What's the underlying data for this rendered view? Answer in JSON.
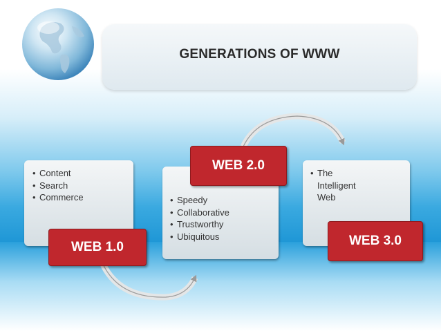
{
  "title": "GENERATIONS OF WWW",
  "generations": [
    {
      "label": "WEB 1.0",
      "features": [
        "Content",
        "Search",
        "Commerce"
      ]
    },
    {
      "label": "WEB 2.0",
      "features": [
        "Speedy",
        "Collaborative",
        "Trustworthy",
        "Ubiquitous"
      ]
    },
    {
      "label": "WEB 3.0",
      "features": [
        "The Intelligent Web"
      ]
    }
  ],
  "colors": {
    "label_red": "#c0272d",
    "sky_blue": "#1f97d6",
    "box_grey": "#d5dee3"
  },
  "icons": [
    "globe-icon",
    "curved-arrow-icon"
  ]
}
